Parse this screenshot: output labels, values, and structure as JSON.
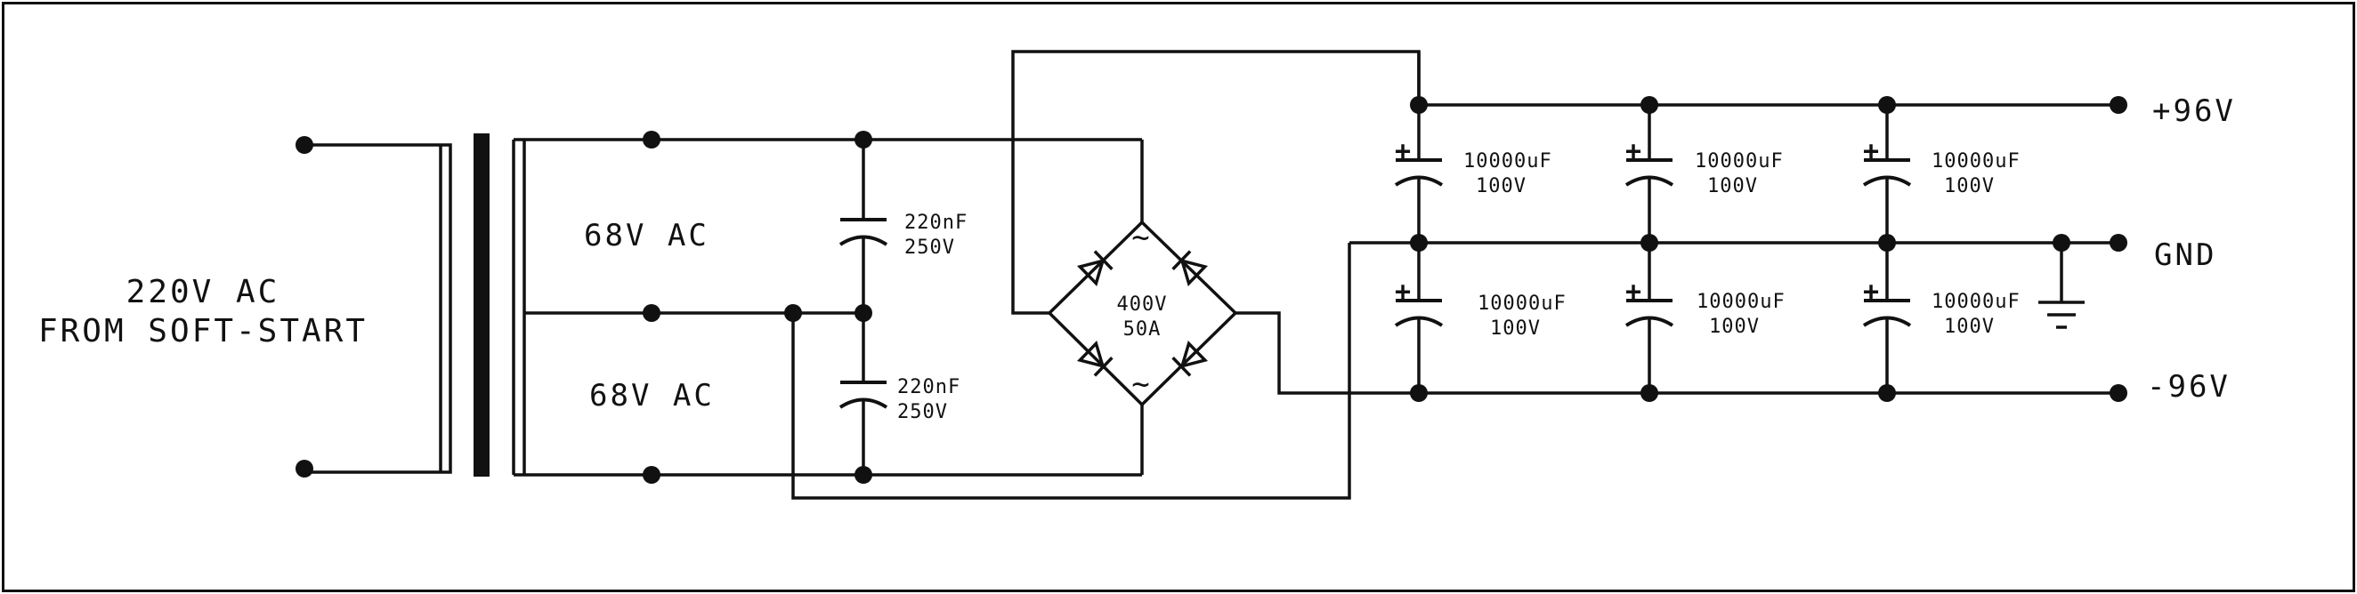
{
  "input": {
    "line1": "220V AC",
    "line2": "FROM SOFT-START"
  },
  "secondary": {
    "upper": "68V AC",
    "lower": "68V AC"
  },
  "film_caps": {
    "upper": {
      "value": "220nF",
      "voltage": "250V"
    },
    "lower": {
      "value": "220nF",
      "voltage": "250V"
    }
  },
  "bridge": {
    "voltage": "400V",
    "current": "50A",
    "ac_mark": "~"
  },
  "electrolytics": [
    {
      "value": "10000uF",
      "voltage": "100V"
    },
    {
      "value": "10000uF",
      "voltage": "100V"
    },
    {
      "value": "10000uF",
      "voltage": "100V"
    },
    {
      "value": "10000uF",
      "voltage": "100V"
    },
    {
      "value": "10000uF",
      "voltage": "100V"
    },
    {
      "value": "10000uF",
      "voltage": "100V"
    }
  ],
  "polarity_mark": "+",
  "outputs": {
    "positive": "+96V",
    "ground": "GND",
    "negative": "-96V"
  }
}
